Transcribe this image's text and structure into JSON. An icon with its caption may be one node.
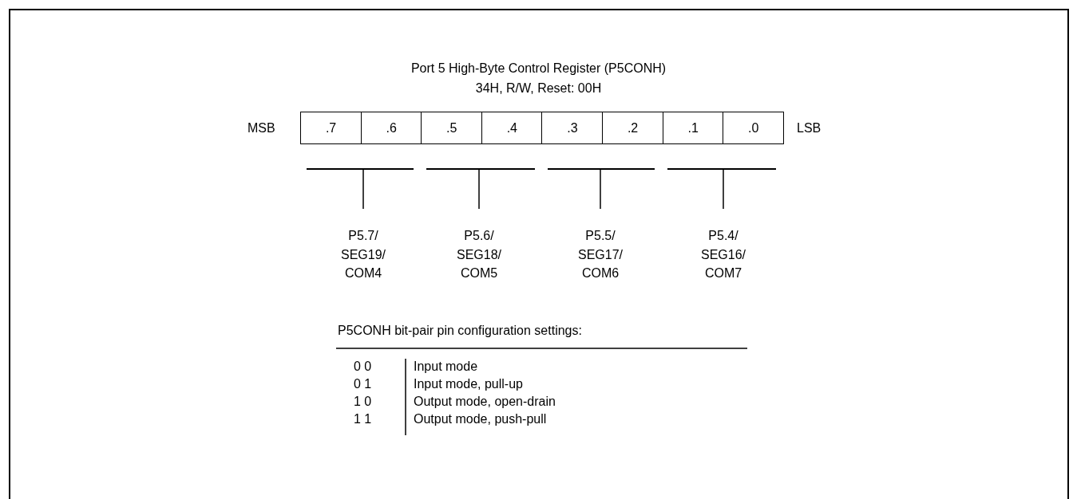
{
  "diagram": {
    "title": "Port 5 High-Byte Control Register (P5CONH)",
    "nodes": [
      {
        "text": [
          ".7"
        ]
      },
      {
        "text": [
          ".6"
        ]
      },
      {
        "text": [
          ".5"
        ]
      },
      {
        "text": [
          ".4"
        ]
      },
      {
        "text": [
          ".3"
        ]
      },
      {
        "text": [
          ".2"
        ]
      },
      {
        "text": [
          ".1"
        ]
      },
      {
        "text": [
          ".0"
        ]
      },
      {
        "text": [],
        "shape": "bar"
      },
      {
        "text": [],
        "shape": "bar"
      },
      {
        "text": [],
        "shape": "bar"
      },
      {
        "text": [],
        "shape": "bar"
      },
      {
        "text": [
          "P5.7/ SEG19/ COM4"
        ]
      },
      {
        "text": [
          "P5.6/ SEG18/ COM5"
        ]
      },
      {
        "text": [
          "P5.5/ SEG17/ COM6"
        ]
      },
      {
        "text": [
          "P5.4/ SEG16/ COM7"
        ]
      }
    ],
    "edges": [
      {
        "from": 8,
        "to": 12,
        "arrow": "none"
      },
      {
        "from": 9,
        "to": 13,
        "arrow": "none"
      },
      {
        "from": 10,
        "to": 14,
        "arrow": "none"
      },
      {
        "from": 11,
        "to": 15,
        "arrow": "none"
      }
    ],
    "labels": [
      "34H, R/W, Reset: 00H",
      "MSB",
      "LSB",
      "P5CONH bit-pair pin configuration settings:",
      "0 0",
      "Input mode",
      "0 1",
      "Input mode, pull-up",
      "1 0",
      "Output mode, open-drain",
      "1 1",
      "Output mode, push-pull"
    ]
  }
}
